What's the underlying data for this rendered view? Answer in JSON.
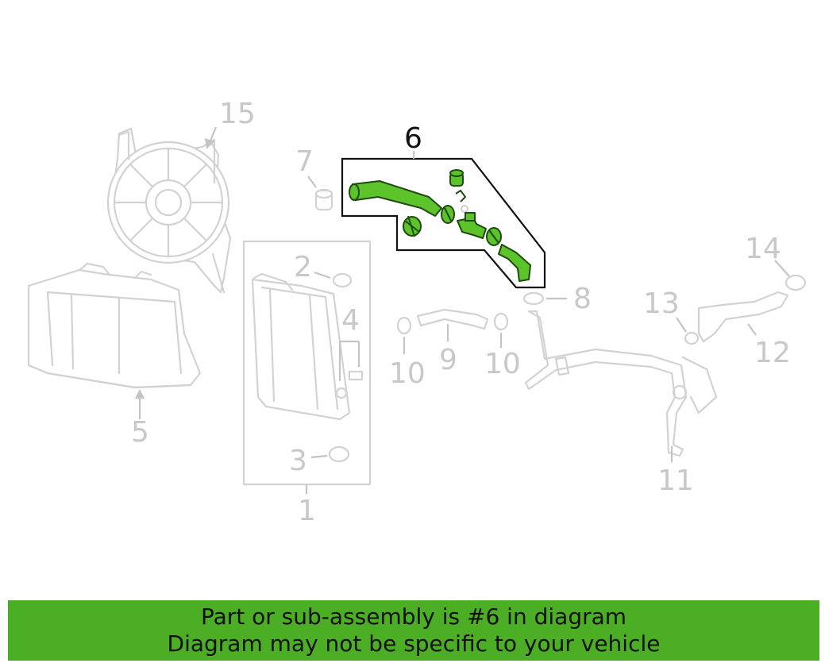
{
  "callouts": {
    "c1": "1",
    "c2": "2",
    "c3": "3",
    "c4": "4",
    "c5": "5",
    "c6": "6",
    "c7": "7",
    "c8": "8",
    "c9": "9",
    "c10a": "10",
    "c10b": "10",
    "c11": "11",
    "c12": "12",
    "c13": "13",
    "c14": "14",
    "c15": "15"
  },
  "highlighted_part": "6",
  "colors": {
    "highlight_green": "#5cc42a",
    "banner_green": "#4cae24",
    "ghost_gray": "#d2d2d2"
  },
  "banner": {
    "line1": "Part or sub-assembly is #6 in diagram",
    "line2": "Diagram may not be specific to your vehicle"
  }
}
